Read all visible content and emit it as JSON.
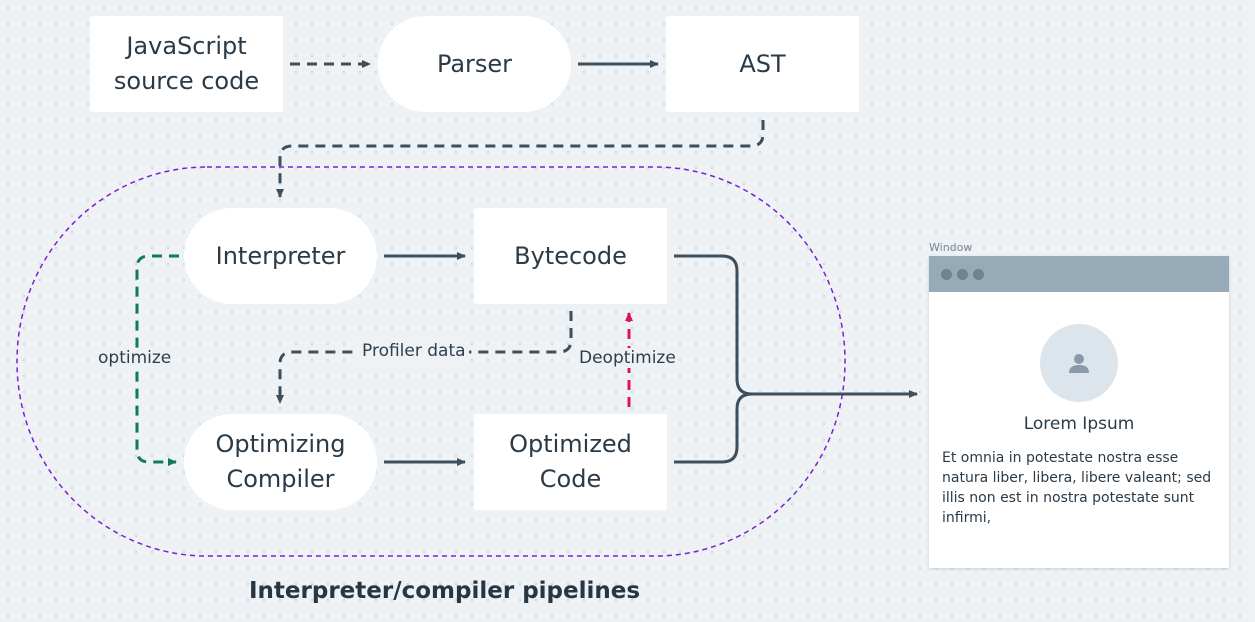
{
  "nodes": {
    "js_source": "JavaScript\nsource code",
    "parser": "Parser",
    "ast": "AST",
    "interpreter": "Interpreter",
    "bytecode": "Bytecode",
    "optimizing_compiler": "Optimizing\nCompiler",
    "optimized_code": "Optimized\nCode"
  },
  "edge_labels": {
    "optimize": "optimize",
    "profiler_data": "Profiler data",
    "deoptimize": "Deoptimize"
  },
  "group_caption": "Interpreter/compiler pipelines",
  "window": {
    "caption": "Window",
    "title": "Lorem Ipsum",
    "body": "Et omnia in potestate nostra esse natura liber, libera, libere valeant; sed illis non est in nostra potestate sunt infirmi,"
  },
  "colors": {
    "edge": "#3d4f5c",
    "optimize_edge": "#0f7a5f",
    "deoptimize_edge": "#e0115f",
    "group_border": "#7a1fd6",
    "window_bar": "#97aab7"
  }
}
